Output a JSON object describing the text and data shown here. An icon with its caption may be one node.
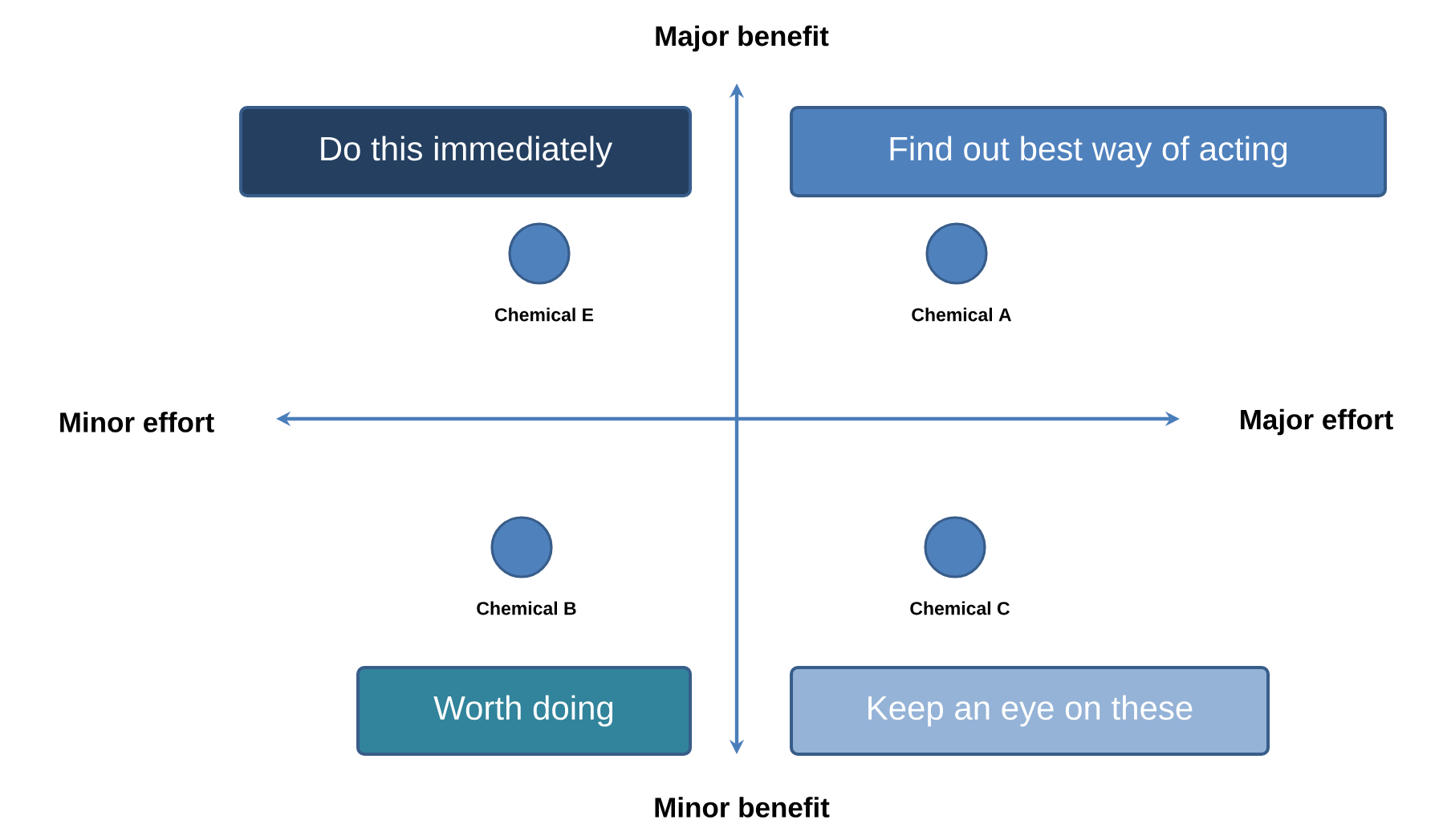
{
  "diagram": {
    "nodes": [
      {
        "text": [
          "Do this immediately"
        ]
      },
      {
        "text": [
          "Find out best way of acting"
        ]
      },
      {
        "text": [],
        "shape": "circle",
        "beside": [
          "Chemical E"
        ]
      },
      {
        "text": [],
        "shape": "circle",
        "beside": [
          "Chemical A"
        ]
      },
      {
        "text": [],
        "shape": "circle",
        "beside": [
          "Chemical B"
        ]
      },
      {
        "text": [],
        "shape": "circle",
        "beside": [
          "Chemical C"
        ]
      },
      {
        "text": [
          "Worth doing"
        ]
      },
      {
        "text": [
          "Keep an eye on these"
        ]
      }
    ],
    "labels": [
      "Major benefit",
      "Minor effort",
      "Major effort",
      "Minor benefit"
    ]
  }
}
